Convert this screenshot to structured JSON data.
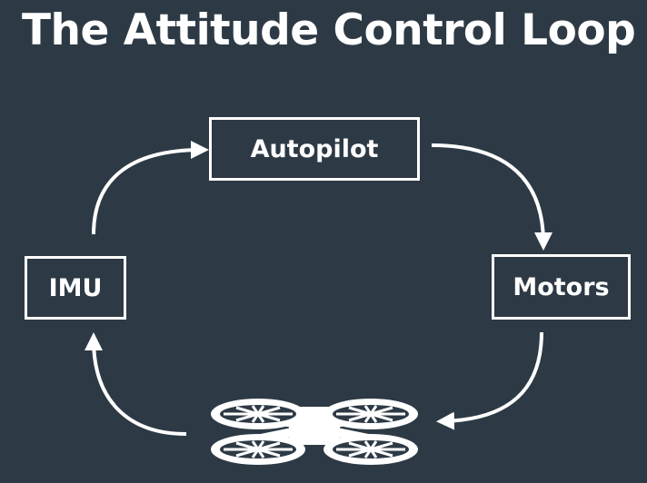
{
  "slide": {
    "title": "The Attitude Control Loop"
  },
  "nodes": {
    "autopilot": "Autopilot",
    "imu": "IMU",
    "motors": "Motors"
  },
  "icons": {
    "vehicle": "quadcopter-icon"
  },
  "colors": {
    "background": "#2d3a45",
    "foreground": "#ffffff"
  }
}
